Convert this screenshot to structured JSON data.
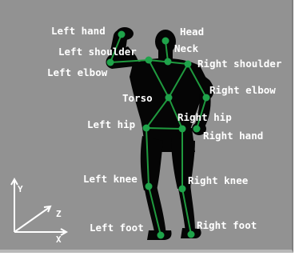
{
  "joint_labels": {
    "left_hand": "Left hand",
    "head": "Head",
    "left_shoulder": "Left shoulder",
    "neck": "Neck",
    "right_shoulder": "Right shoulder",
    "left_elbow": "Left elbow",
    "right_elbow": "Right elbow",
    "torso": "Torso",
    "right_hip": "Right hip",
    "left_hip": "Left hip",
    "right_hand": "Right hand",
    "left_knee": "Left knee",
    "right_knee": "Right knee",
    "left_foot": "Left foot",
    "right_foot": "Right foot"
  },
  "axes": {
    "y": "Y",
    "z": "Z",
    "x": "X"
  },
  "colors": {
    "background": "#929292",
    "silhouette": "#050505",
    "skeleton_line": "#1f9a3e",
    "joint": "#1fa34a",
    "label_text": "#ffffff",
    "axis": "#ffffff"
  }
}
